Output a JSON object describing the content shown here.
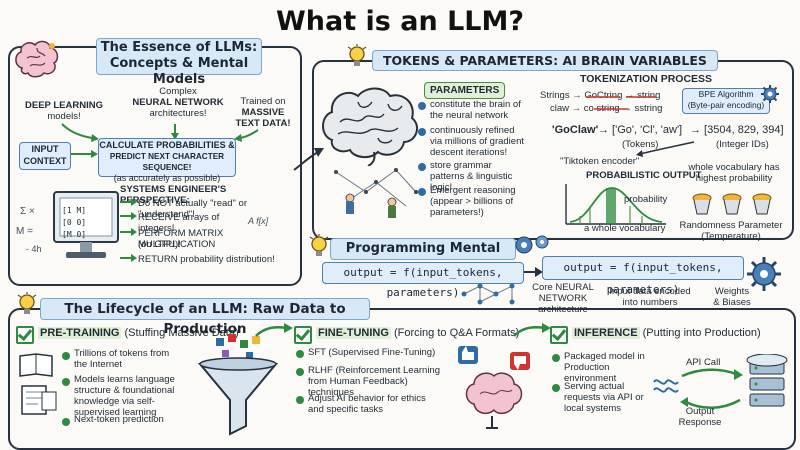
{
  "title": "What is an LLM?",
  "essence": {
    "header_line1": "The Essence of LLMs:",
    "header_line2": "Concepts & Mental Models",
    "deep_learning_1": "DEEP LEARNING",
    "deep_learning_2": "models!",
    "neural_1": "Complex",
    "neural_2": "NEURAL NETWORK",
    "neural_3": "architectures!",
    "trained_1": "Trained on",
    "trained_2": "MASSIVE",
    "trained_3": "TEXT DATA!",
    "input_1": "INPUT",
    "input_2": "CONTEXT",
    "calc_1": "CALCULATE PROBABILITIES &",
    "calc_2": "PREDICT NEXT CHARACTER SEQUENCE!",
    "calc_3": "(as accurately as possible)",
    "sys_title": "SYSTEMS ENGINEER'S PERSPECTIVE:",
    "sys_items": [
      "Do NOT actually \"read\" or \"understand\"!",
      "RECEIVE arrays of integers!",
      "PERFORM MATRIX MULTIPLICATION",
      "(on GPU)!",
      "RETURN probability distribution!"
    ],
    "matrix_left": "[1  M]",
    "matrix_mid": "[0  0]",
    "matrix_right": "[M  0]",
    "af": "A f[x]",
    "sigma": "Σ ×",
    "ms": "M =",
    "vals": "- 4h"
  },
  "tokens": {
    "header": "TOKENS & PARAMETERS: AI BRAIN VARIABLES",
    "parameters_label": "PARAMETERS",
    "param_items": [
      "constitute the brain of the neural network",
      "continuously refined via millions of gradient descent iterations!",
      "store grammar patterns & linguistic logic!",
      "Emergent reasoning (appear > billions of parameters!)"
    ],
    "tokenization_title": "TOKENIZATION PROCESS",
    "strings_line": "Strings → GoCtring → string",
    "claw_line": "claw → co string → sstring",
    "bpe_1": "BPE Algorithm",
    "bpe_2": "(Byte-pair encoding)",
    "goclaw": "'GoClaw'",
    "tokens_list": "→ ['Go', 'Cl', 'aw']",
    "tokens_label": "(Tokens)",
    "ids_list": "→ [3504, 829, 394]",
    "ids_label": "(Integer IDs)",
    "tiktoken": "\"Tiktoken encoder\"",
    "prob_output": "PROBABILISTIC OUTPUT",
    "probability": "probability",
    "whole_vocab_1": "whole vocabulary has",
    "whole_vocab_2": "highest probability",
    "a_whole_vocab": "a whole vocabulary",
    "randomness_1": "Randomness Parameter",
    "randomness_2": "(Temperature)"
  },
  "programming": {
    "header": "Programming Mental Model",
    "formula_left": "output = f(input_tokens, parameters)",
    "formula_right": "output = f(input_tokens, parameters)",
    "core_1": "Core NEURAL",
    "core_2": "NETWORK",
    "core_3": "architecture",
    "input_enc_1": "Input data encoded",
    "input_enc_2": "into numbers",
    "weights_1": "Weights",
    "weights_2": "& Biases"
  },
  "lifecycle": {
    "header": "The Lifecycle of an LLM: Raw Data to Production",
    "pre_title": "PRE-TRAINING",
    "pre_sub": "(Stuffing Massive Data)",
    "pre_items": [
      "Trillions of tokens from the Internet",
      "Models learns language structure & foundational knowledge via self-supervised learning",
      "Next-token prediction"
    ],
    "fine_title": "FINE-TUNING",
    "fine_sub": "(Forcing to Q&A Formats)",
    "fine_items": [
      "SFT (Supervised Fine-Tuning)",
      "RLHF (Reinforcement Learning from Human Feedback) techniques",
      "Adjust AI behavior for ethics and specific tasks"
    ],
    "inf_title": "INFERENCE",
    "inf_sub": "(Putting into Production)",
    "inf_items": [
      "Packaged model in Production environment",
      "Serving actual requests via API or local systems"
    ],
    "api_call": "API Call",
    "output_1": "Output",
    "output_2": "Response"
  },
  "colors": {
    "accent_blue": "#2e6da4",
    "accent_green": "#2d8a3e",
    "header_fill": "#d7e9f7"
  }
}
